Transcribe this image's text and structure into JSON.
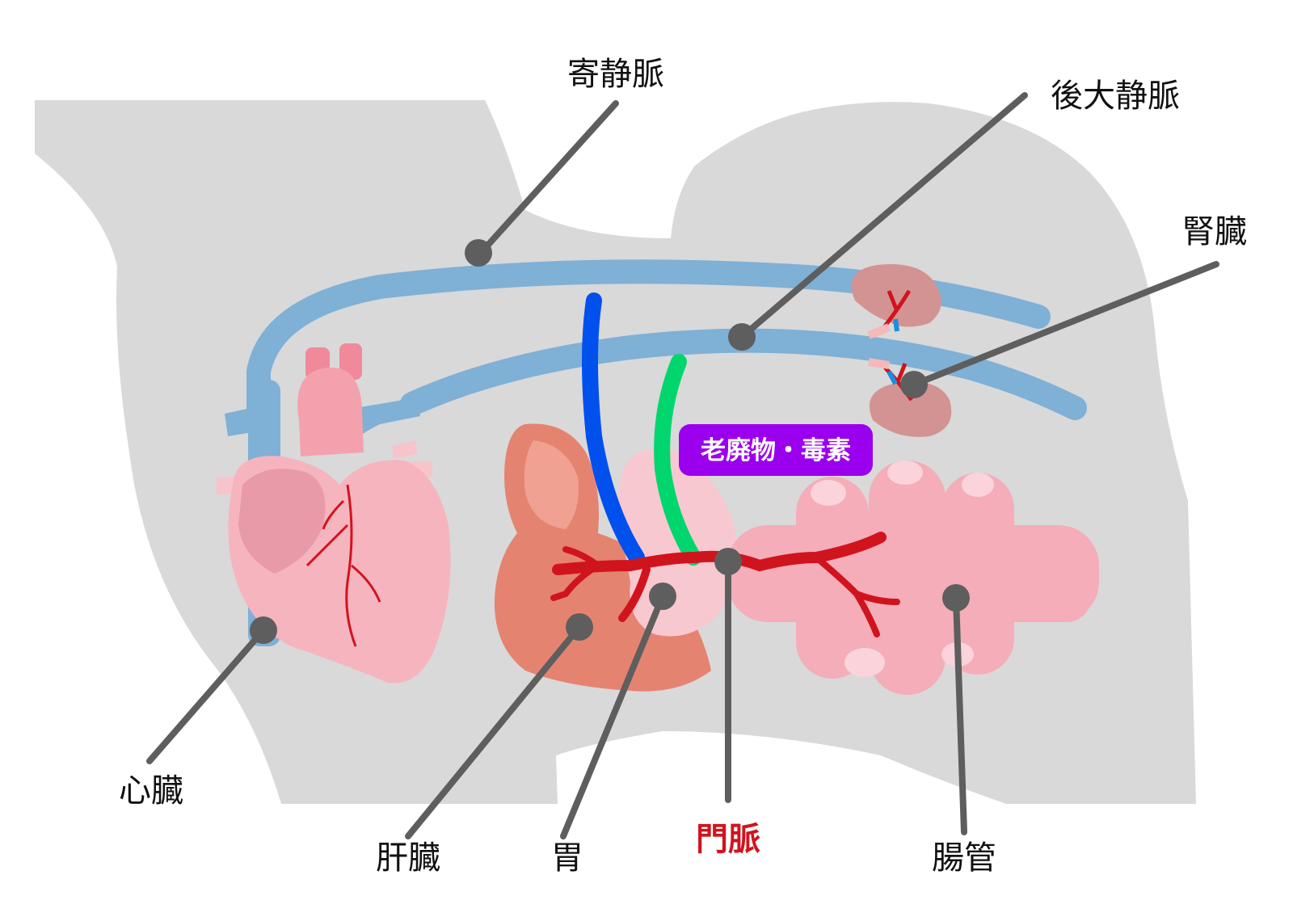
{
  "labels": {
    "azygos_vein": "寄静脈",
    "caudal_vena_cava": "後大静脈",
    "kidney": "腎臓",
    "heart": "心臓",
    "liver": "肝臓",
    "stomach": "胃",
    "portal_vein": "門脈",
    "intestine": "腸管"
  },
  "badge": {
    "text": "老廃物・毒素"
  },
  "colors": {
    "silhouette": "#d9d9d9",
    "vein": "#7fb0d6",
    "blue_vessel": "#0050ee",
    "green_vessel": "#00d66d",
    "portal_red": "#d0141e",
    "badge_purple": "#9b00ee",
    "leader": "#5e5e5e"
  }
}
